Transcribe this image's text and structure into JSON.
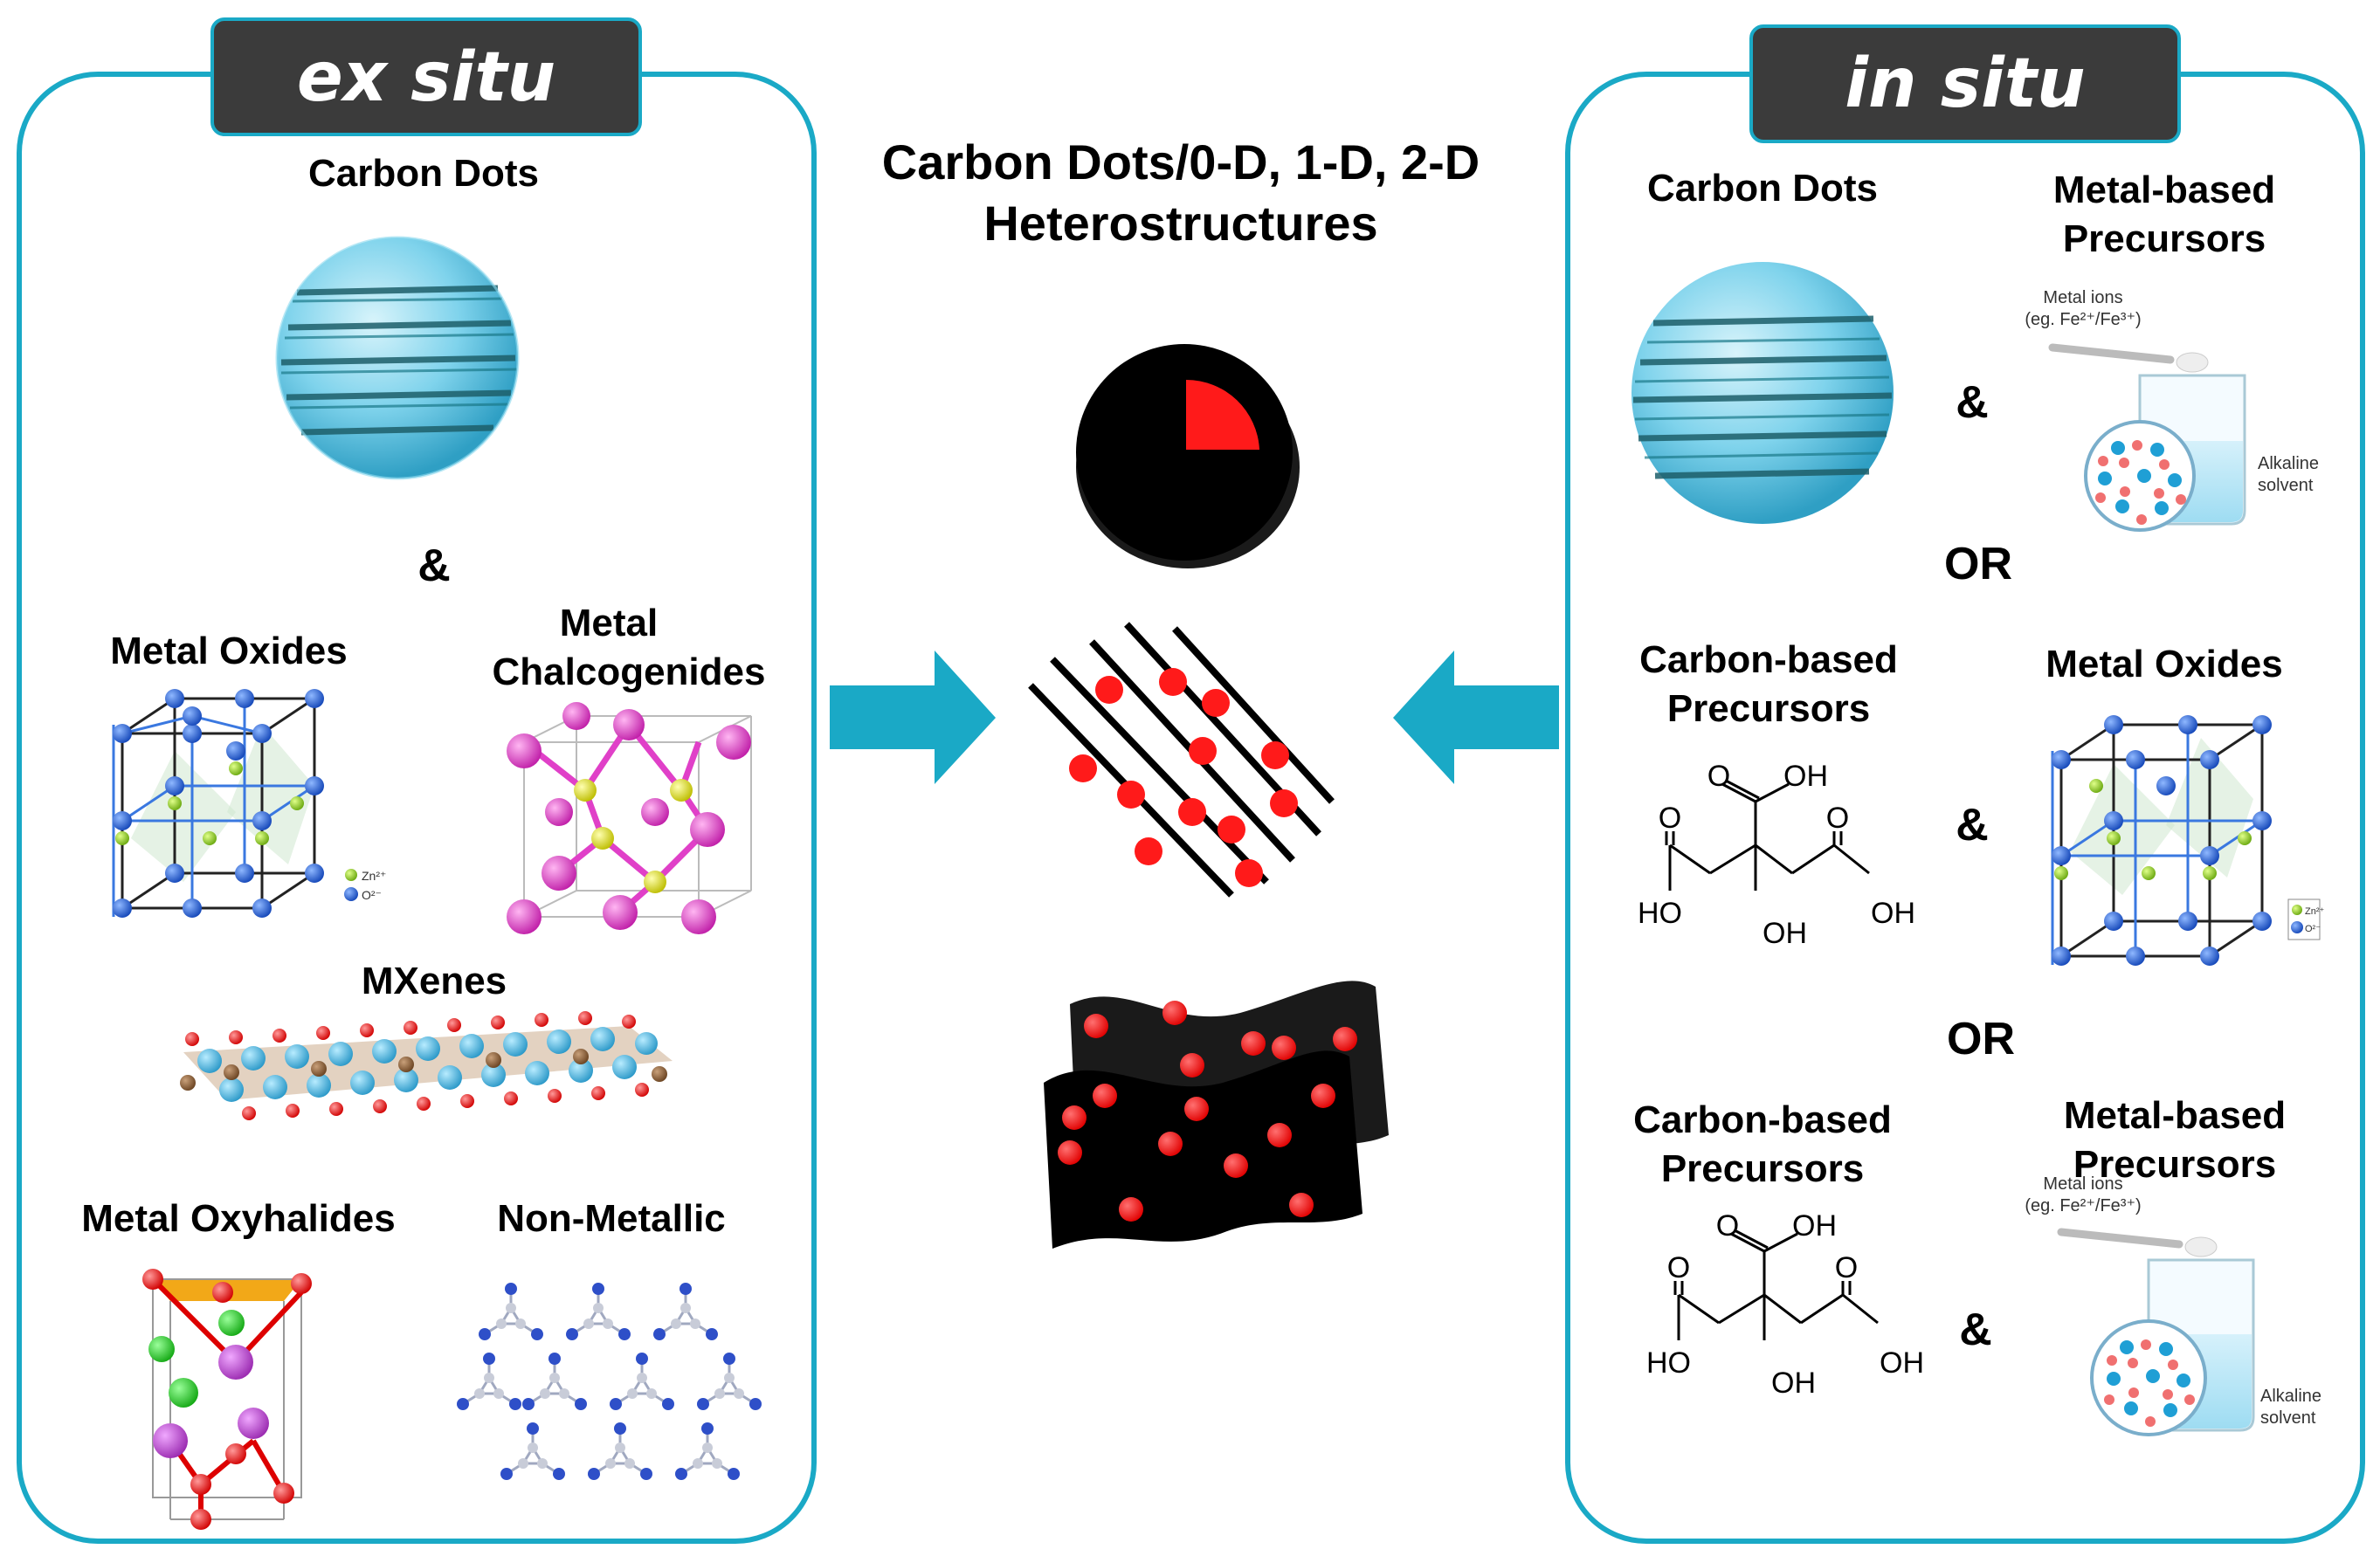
{
  "colors": {
    "panel_border": "#1aa9c6",
    "header_bg": "#3b3b3b",
    "arrow": "#1aa9c6",
    "dot_red": "#ff1a1a",
    "black": "#000000",
    "sphere": "#7fd3ec",
    "metal_oxide_blue": "#1f5fd0",
    "metal_oxide_green": "#8ccf1a",
    "chalcogenide_pink": "#e040c8",
    "chalcogenide_yellow": "#e6e600"
  },
  "title": {
    "line1": "Carbon Dots/0-D, 1-D, 2-D",
    "line2": "Heterostructures"
  },
  "ex_situ": {
    "header": "ex situ",
    "carbon_dots": "Carbon Dots",
    "amp": "&",
    "metal_oxides": "Metal Oxides",
    "chalcogenides_line1": "Metal",
    "chalcogenides_line2": "Chalcogenides",
    "legend_zn": "Zn²⁺",
    "legend_o": "O²⁻",
    "mxenes": "MXenes",
    "oxyhalides": "Metal Oxyhalides",
    "non_metallic": "Non-Metallic"
  },
  "in_situ": {
    "header": "in situ",
    "carbon_dots": "Carbon Dots",
    "metal_precursors_line1": "Metal-based",
    "metal_precursors_line2": "Precursors",
    "amp": "&",
    "or": "OR",
    "carbon_precursors_line1": "Carbon-based",
    "carbon_precursors_line2": "Precursors",
    "metal_oxides": "Metal Oxides",
    "metal_ions_line1": "Metal ions",
    "metal_ions_line2": "(eg. Fe²⁺/Fe³⁺)",
    "alkaline_line1": "Alkaline",
    "alkaline_line2": "solvent",
    "citric_oh": "OH",
    "citric_ho": "HO",
    "citric_o": "O",
    "legend_zn": "Zn²⁺",
    "legend_o": "O²⁻"
  },
  "icons": {
    "zero_d": "carbon-dot-sphere-icon",
    "one_d": "nanowire-bundle-icon",
    "two_d": "nanosheet-icon",
    "arrow_left_panel": "arrow-right-icon",
    "arrow_right_panel": "arrow-left-icon"
  }
}
